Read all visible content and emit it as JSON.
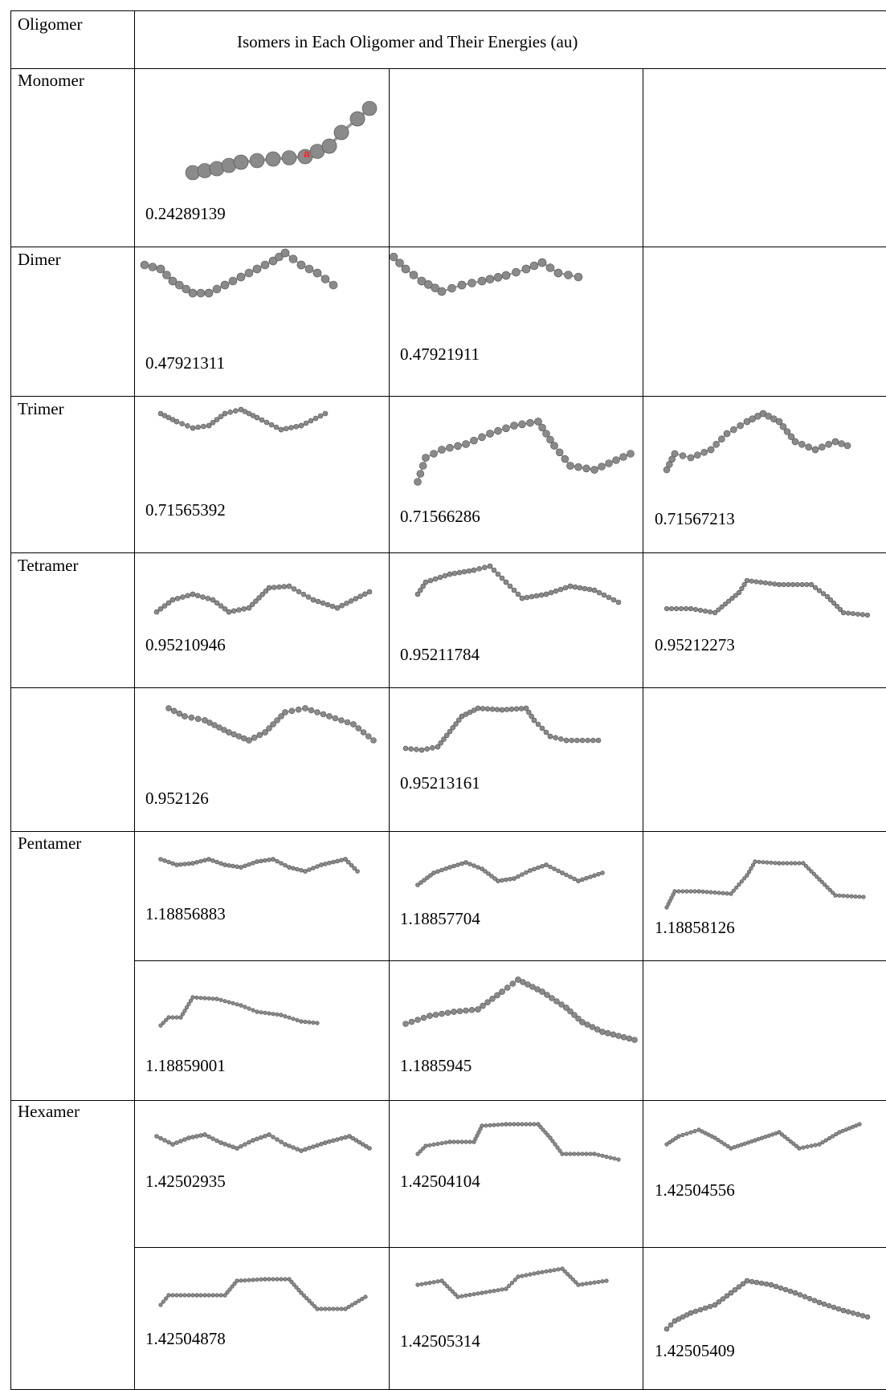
{
  "header": {
    "oligomer_label": "Oligomer",
    "isomers_label": "Isomers in Each Oligomer and Their Energies (au)"
  },
  "rows": [
    {
      "name": "Monomer",
      "energies": [
        "0.24289139"
      ],
      "atom_label": "a"
    },
    {
      "name": "Dimer",
      "energies": [
        "0.47921311",
        "0.47921911"
      ]
    },
    {
      "name": "Trimer",
      "energies": [
        "0.71565392",
        "0.71566286",
        "0.71567213"
      ]
    },
    {
      "name": "Tetramer",
      "energies": [
        "0.95210946",
        "0.95211784",
        "0.95212273"
      ]
    },
    {
      "name": "",
      "energies": [
        "0.952126",
        "0.95213161"
      ]
    },
    {
      "name": "Pentamer",
      "energies": [
        "1.18856883",
        "1.18857704",
        "1.18858126"
      ]
    },
    {
      "name": "",
      "energies": [
        "1.18859001",
        "1.1885945"
      ]
    },
    {
      "name": "Hexamer",
      "energies": [
        "1.42502935",
        "1.42504104",
        "1.42504556"
      ]
    },
    {
      "name": "",
      "energies": [
        "1.42504878",
        "1.42505314",
        "1.42505409"
      ]
    }
  ],
  "colors": {
    "atom_fill": "#8a8a8a",
    "atom_highlight": "#e0e0e0",
    "bond": "#9a9a9a",
    "atom_label": "#ff2020",
    "grid": "#000000"
  }
}
